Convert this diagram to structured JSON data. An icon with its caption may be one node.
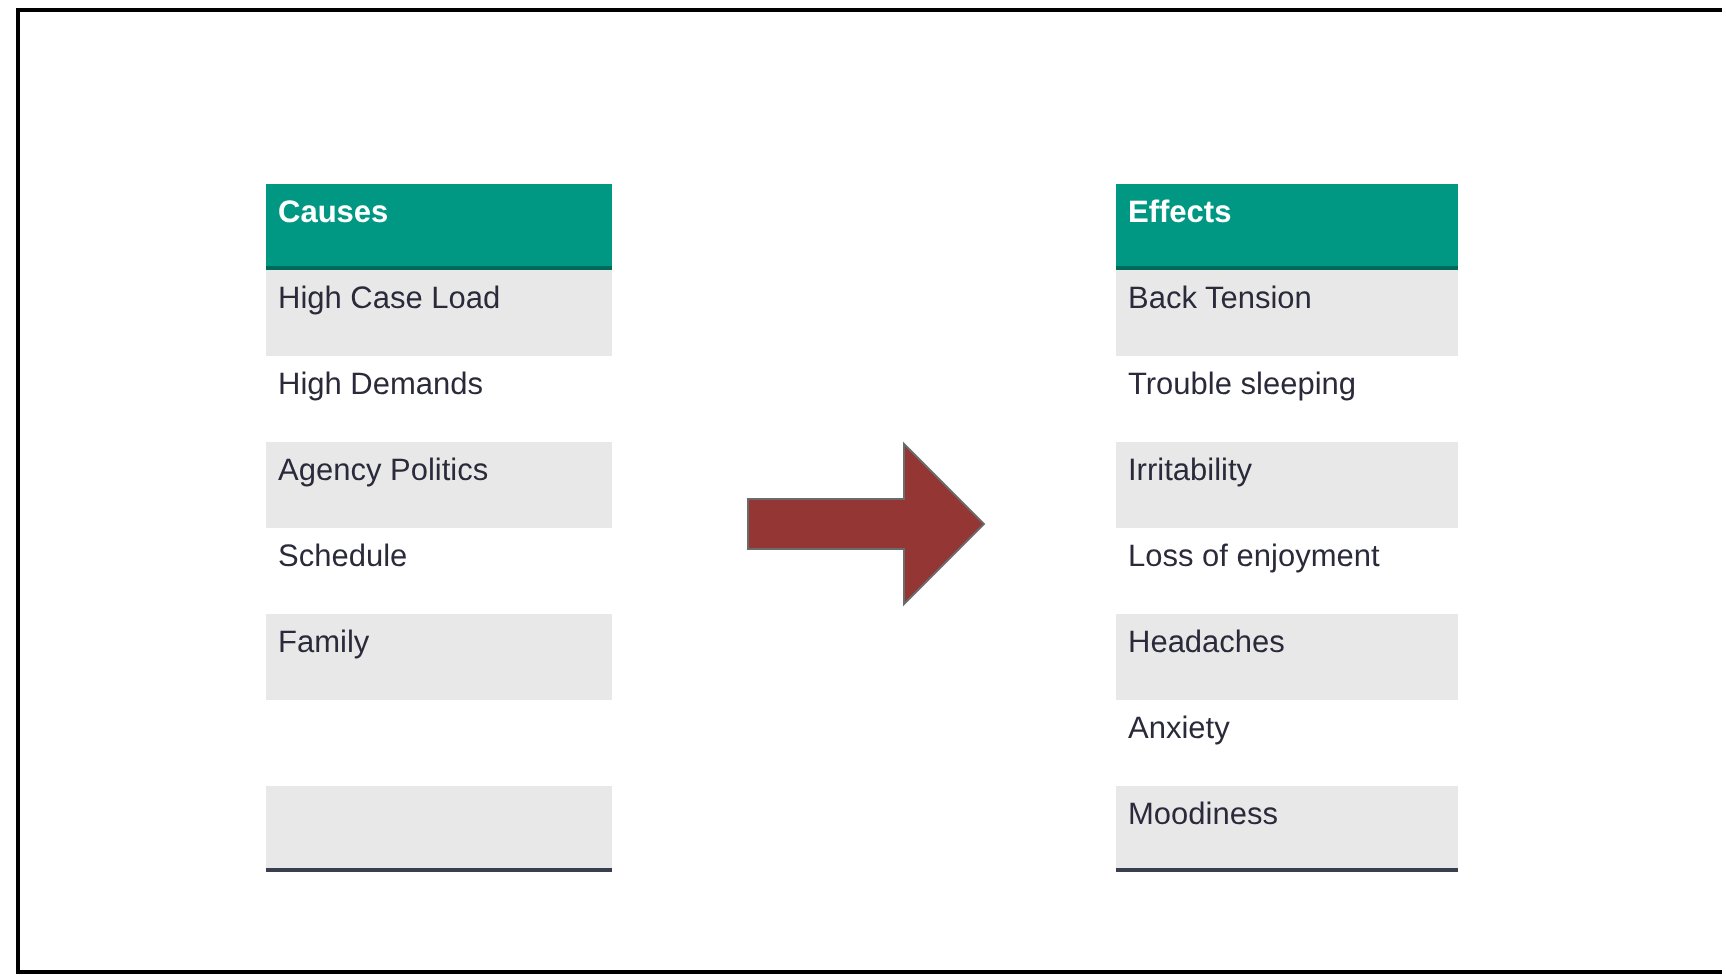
{
  "diagram": {
    "nodes": [
      {
        "text": [
          "Causes",
          "High Case Load",
          "High Demands",
          "Agency Politics",
          "Schedule",
          "Family"
        ]
      },
      {
        "text": [
          "Effects",
          "Back Tension",
          "Trouble sleeping",
          "Irritability",
          "Loss of enjoyment",
          "Headaches",
          "Anxiety",
          "Moodiness"
        ]
      }
    ],
    "edges": [
      {
        "from": 0,
        "to": 1,
        "arrow": "to",
        "style": "thick",
        "color": "#943634"
      }
    ]
  }
}
